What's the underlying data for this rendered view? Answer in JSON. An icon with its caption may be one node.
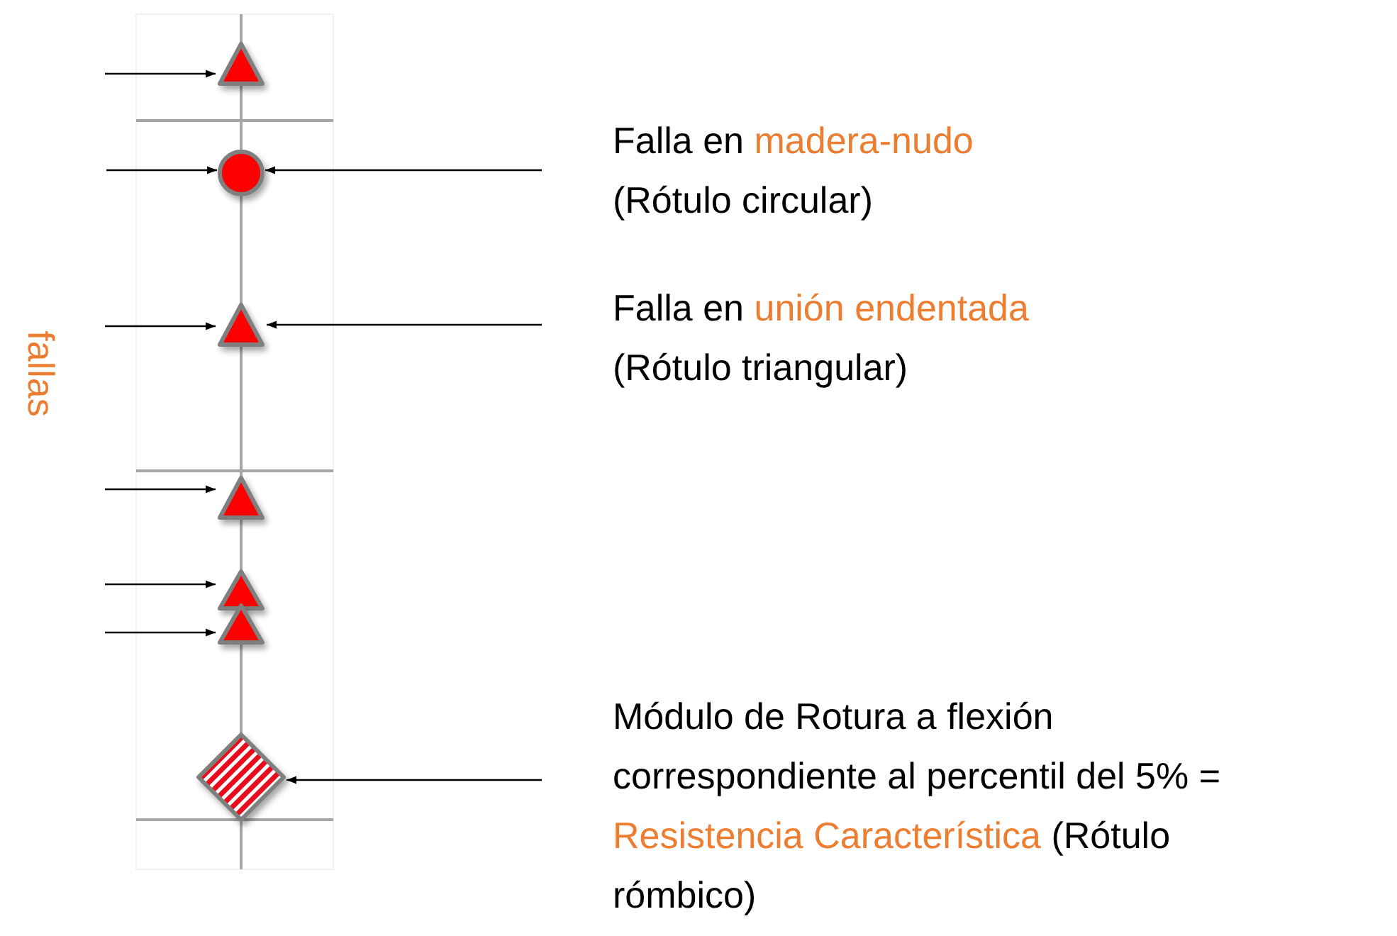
{
  "diagram": {
    "nodes": [
      {
        "text": [],
        "shape": "triangle"
      },
      {
        "text": [],
        "shape": "circle"
      },
      {
        "text": [],
        "shape": "triangle"
      },
      {
        "text": [],
        "shape": "triangle"
      },
      {
        "text": [],
        "shape": "triangle"
      },
      {
        "text": [],
        "shape": "triangle"
      },
      {
        "text": [],
        "shape": "diamond"
      },
      {
        "text": [
          "Falla en **madera-nudo** (Rótulo circular)"
        ]
      },
      {
        "text": [
          "Falla en **unión endentada** (Rótulo triangular)"
        ]
      },
      {
        "text": [
          "Módulo de Rotura a flexión correspondiente al percentil del 5% = **Resistencia Característica** (Rótulo rómbico)"
        ]
      }
    ],
    "edges": [
      {
        "from": null,
        "to": 0,
        "arrow": "to"
      },
      {
        "from": null,
        "to": 1,
        "arrow": "to"
      },
      {
        "from": null,
        "to": 2,
        "arrow": "to"
      },
      {
        "from": null,
        "to": 3,
        "arrow": "to"
      },
      {
        "from": null,
        "to": 4,
        "arrow": "to"
      },
      {
        "from": null,
        "to": 5,
        "arrow": "to"
      },
      {
        "from": 7,
        "to": 1,
        "arrow": "to"
      },
      {
        "from": 8,
        "to": 2,
        "arrow": "to"
      },
      {
        "from": 9,
        "to": 6,
        "arrow": "to"
      }
    ],
    "labels": [
      "fallas"
    ]
  }
}
